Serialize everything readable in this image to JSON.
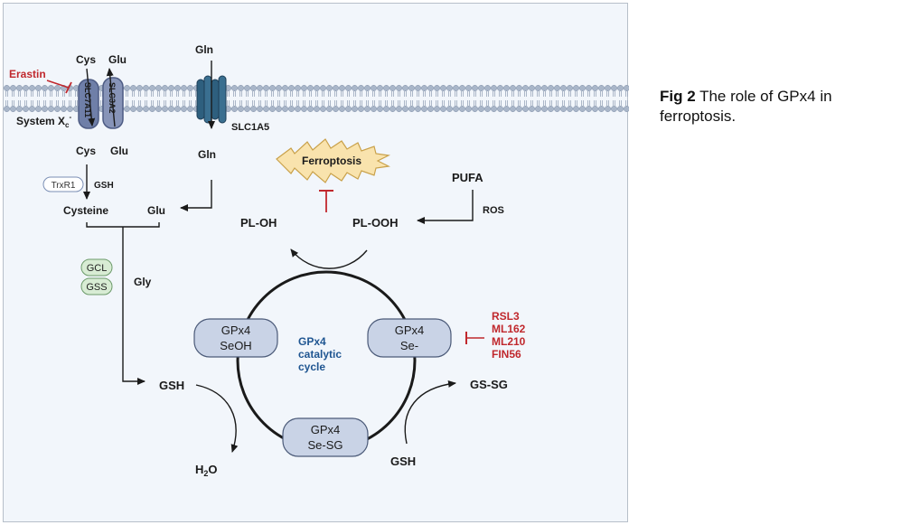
{
  "caption": {
    "fig_label": "Fig 2",
    "text": "The role of GPx4 in ferroptosis."
  },
  "membrane": {
    "antiporter_sub1": "SLC7A11",
    "antiporter_sub2": "SLC3A2",
    "system_xc_base": "System X",
    "system_xc_sub": "c",
    "system_xc_sup": "-",
    "transporter": "SLC1A5"
  },
  "labels": {
    "cys_out": "Cys",
    "glu_out": "Glu",
    "gln_out": "Gln",
    "erastin": "Erastin",
    "cys_in": "Cys",
    "glu_in": "Glu",
    "gln_in": "Gln",
    "trxr1": "TrxR1",
    "gsh_small": "GSH",
    "cysteine": "Cysteine",
    "glu_mid": "Glu",
    "gcl": "GCL",
    "gss": "GSS",
    "gly": "Gly",
    "gsh_main": "GSH",
    "h2o_base": "H",
    "h2o_sub": "2",
    "h2o_end": "O",
    "ferroptosis": "Ferroptosis",
    "pufa": "PUFA",
    "ros": "ROS",
    "pl_oh": "PL-OH",
    "pl_ooh": "PL-OOH",
    "gpx4_seoh_l1": "GPx4",
    "gpx4_seoh_l2": "SeOH",
    "gpx4_se_l1": "GPx4",
    "gpx4_se_l2": "Se-",
    "gpx4_sesg_l1": "GPx4",
    "gpx4_sesg_l2": "Se-SG",
    "cycle_l1": "GPx4",
    "cycle_l2": "catalytic",
    "cycle_l3": "cycle",
    "gs_sg": "GS-SG",
    "gsh_bottom": "GSH"
  },
  "inhibitors": [
    "RSL3",
    "ML162",
    "ML210",
    "FIN56"
  ],
  "colors": {
    "inhibit_red": "#c0282d",
    "cycle_blue": "#1f5591",
    "enzyme_fill": "#c9d3e6",
    "panel_bg": "#f2f6fb",
    "gcl_fill": "#d8ecd4"
  }
}
